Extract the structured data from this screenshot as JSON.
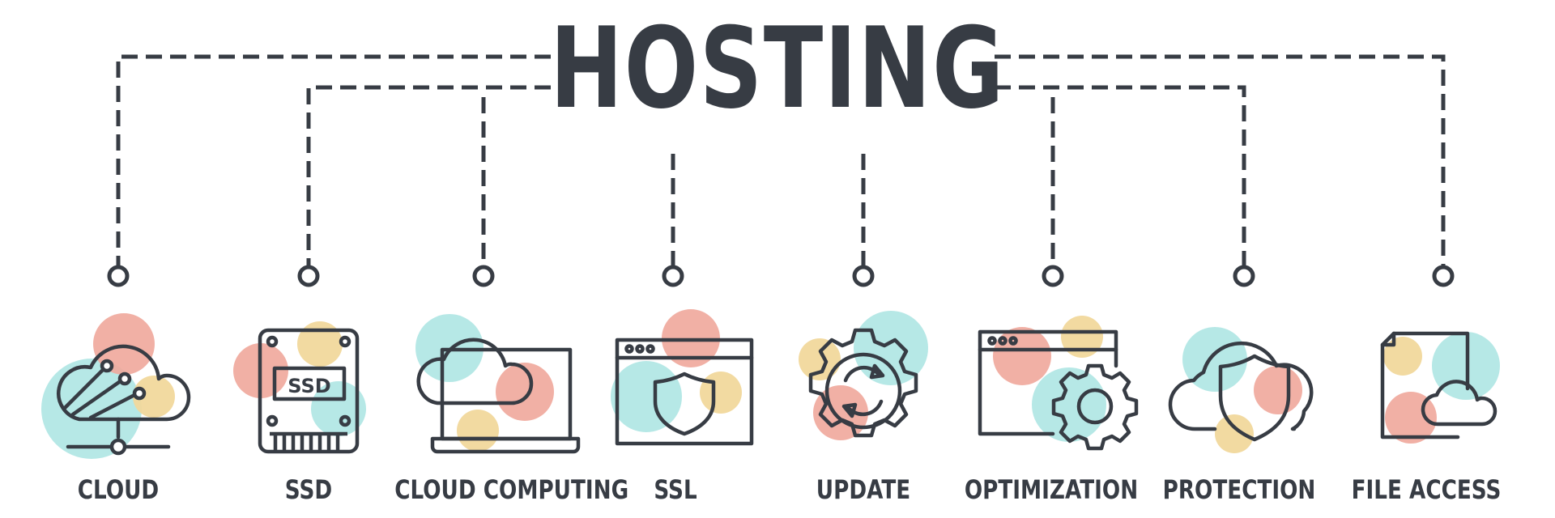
{
  "title": "HOSTING",
  "colors": {
    "line": "#373c44",
    "teal": "#aee6e3",
    "coral": "#efa79b",
    "yellow": "#f1d89c"
  },
  "items": [
    {
      "label": "CLOUD",
      "icon": "cloud-network-icon"
    },
    {
      "label": "SSD",
      "icon": "ssd-icon"
    },
    {
      "label": "CLOUD COMPUTING",
      "icon": "cloud-laptop-icon"
    },
    {
      "label": "SSL",
      "icon": "browser-shield-icon"
    },
    {
      "label": "UPDATE",
      "icon": "gear-refresh-icon"
    },
    {
      "label": "OPTIMIZATION",
      "icon": "browser-gear-icon"
    },
    {
      "label": "PROTECTION",
      "icon": "cloud-shield-icon"
    },
    {
      "label": "FILE ACCESS",
      "icon": "file-cloud-icon"
    }
  ]
}
